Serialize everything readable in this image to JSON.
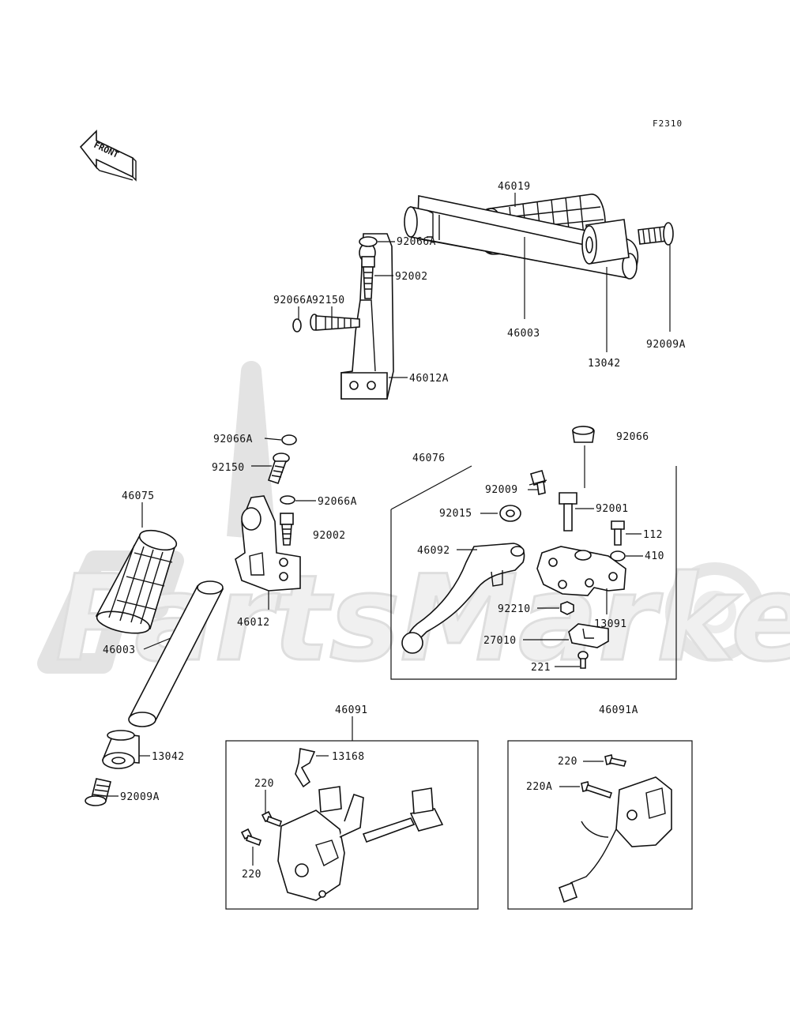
{
  "diagram": {
    "code": "F2310",
    "front_label": "FRONT",
    "watermark": "PartsMarket",
    "labels": [
      {
        "id": "l-46019",
        "text": "46019"
      },
      {
        "id": "l-92066a-1",
        "text": "92066A"
      },
      {
        "id": "l-92002-1",
        "text": "92002"
      },
      {
        "id": "l-92150-1",
        "text": "92150"
      },
      {
        "id": "l-92066a-2",
        "text": "92066A"
      },
      {
        "id": "l-46003-1",
        "text": "46003"
      },
      {
        "id": "l-13042-1",
        "text": "13042"
      },
      {
        "id": "l-92009a-1",
        "text": "92009A"
      },
      {
        "id": "l-46012a",
        "text": "46012A"
      },
      {
        "id": "l-92066a-3",
        "text": "92066A"
      },
      {
        "id": "l-92150-2",
        "text": "92150"
      },
      {
        "id": "l-92066a-4",
        "text": "92066A"
      },
      {
        "id": "l-92002-2",
        "text": "92002"
      },
      {
        "id": "l-46012",
        "text": "46012"
      },
      {
        "id": "l-46075",
        "text": "46075"
      },
      {
        "id": "l-46003-2",
        "text": "46003"
      },
      {
        "id": "l-13042-2",
        "text": "13042"
      },
      {
        "id": "l-92009a-2",
        "text": "92009A"
      },
      {
        "id": "l-46076",
        "text": "46076"
      },
      {
        "id": "l-92066",
        "text": "92066"
      },
      {
        "id": "l-92009",
        "text": "92009"
      },
      {
        "id": "l-92015",
        "text": "92015"
      },
      {
        "id": "l-92001",
        "text": "92001"
      },
      {
        "id": "l-112",
        "text": "112"
      },
      {
        "id": "l-410",
        "text": "410"
      },
      {
        "id": "l-46092",
        "text": "46092"
      },
      {
        "id": "l-92210",
        "text": "92210"
      },
      {
        "id": "l-13091",
        "text": "13091"
      },
      {
        "id": "l-27010",
        "text": "27010"
      },
      {
        "id": "l-221",
        "text": "221"
      },
      {
        "id": "l-46091",
        "text": "46091"
      },
      {
        "id": "l-46091a",
        "text": "46091A"
      },
      {
        "id": "l-13168",
        "text": "13168"
      },
      {
        "id": "l-220-1",
        "text": "220"
      },
      {
        "id": "l-220-2",
        "text": "220"
      },
      {
        "id": "l-220-3",
        "text": "220"
      },
      {
        "id": "l-220a",
        "text": "220A"
      }
    ]
  }
}
